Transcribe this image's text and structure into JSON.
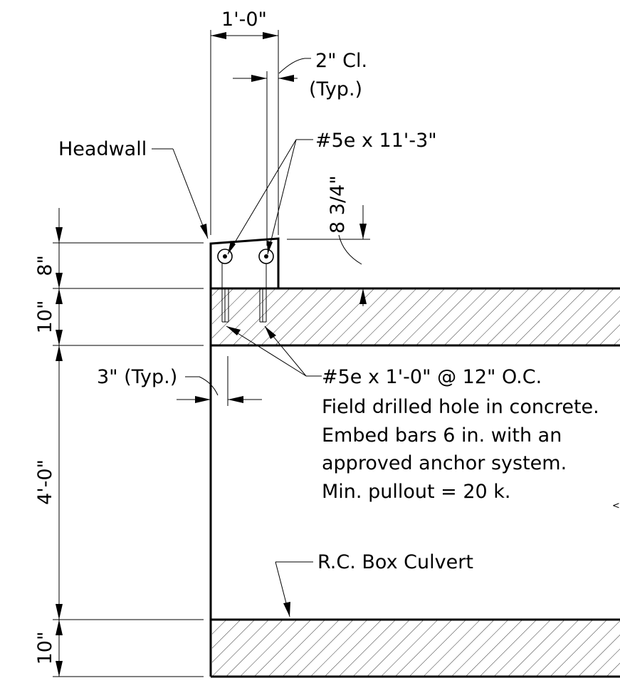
{
  "dimensions": {
    "headwall_width": "1'-0\"",
    "clear_cover": "2\" Cl.",
    "clear_cover_note": "(Typ.)",
    "bar_offset": "8 3/4\"",
    "headwall_height": "8\"",
    "top_slab": "10\"",
    "wall_offset": "3\" (Typ.)",
    "clear_height": "4'-0\"",
    "bottom_slab": "10\""
  },
  "labels": {
    "headwall": "Headwall",
    "long_bars": "#5e x 11'-3\"",
    "anchor_bars": "#5e x 1'-0\" @ 12\" O.C.",
    "anchor_note_1": "Field drilled hole in concrete.",
    "anchor_note_2": "Embed bars 6 in. with an",
    "anchor_note_3": "approved anchor system.",
    "anchor_note_4": "Min. pullout = 20 k.",
    "culvert": "R.C. Box Culvert",
    "edge_mark": "<"
  }
}
